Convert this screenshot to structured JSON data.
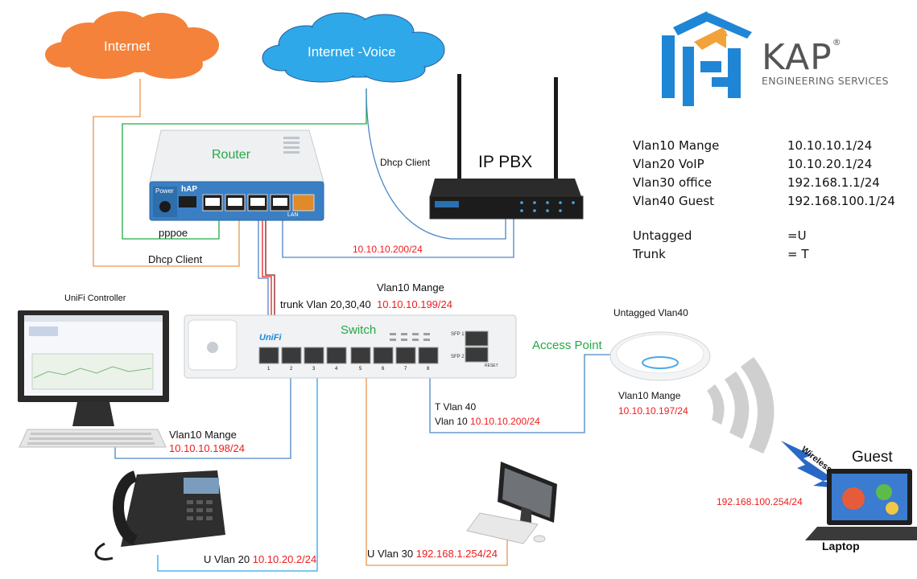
{
  "clouds": {
    "internet": "Internet",
    "internet_voice": "Internet -Voice"
  },
  "logo": {
    "name": "KAP",
    "registered": "®",
    "subtitle": "ENGINEERING SERVICES"
  },
  "devices": {
    "router": "Router",
    "ip_pbx": "IP PBX",
    "switch": "Switch",
    "access_point": "Access Point",
    "unifi_controller": "UniFi Controller",
    "laptop": "Laptop",
    "guest": "Guest",
    "wireless": "Wireless"
  },
  "links": {
    "dhcp_client_pbx": "Dhcp Client",
    "pppoe": "pppoe",
    "dhcp_client_router": "Dhcp Client",
    "pbx_ip": "10.10.10.200/24",
    "trunk": "trunk Vlan 20,30,40",
    "switch_mgmt_name": "Vlan10 Mange",
    "switch_mgmt_ip": "10.10.10.199/24",
    "ap_untagged": "Untagged Vlan40",
    "ap_mgmt_name": "Vlan10 Mange",
    "ap_mgmt_ip": "10.10.10.197/24",
    "port8_tagged": "T Vlan 40",
    "port8_vlan": "Vlan 10",
    "port8_ip": "10.10.10.200/24",
    "controller_name": "Vlan10 Mange",
    "controller_ip": "10.10.10.198/24",
    "phone_prefix": "U  Vlan 20",
    "phone_ip": "10.10.20.2/24",
    "pc_prefix": "U  Vlan 30",
    "pc_ip": "192.168.1.254/24",
    "guest_ip": "192.168.100.254/24"
  },
  "vlans": [
    {
      "name": "Vlan10 Mange",
      "subnet": "10.10.10.1/24"
    },
    {
      "name": "Vlan20 VoIP",
      "subnet": "10.10.20.1/24"
    },
    {
      "name": "Vlan30 office",
      "subnet": "192.168.1.1/24"
    },
    {
      "name": "Vlan40 Guest",
      "subnet": "192.168.100.1/24"
    }
  ],
  "legend": [
    {
      "term": "Untagged",
      "code": "=U"
    },
    {
      "term": "Trunk",
      "code": "= T"
    }
  ],
  "router_panel": {
    "brand": "hAP",
    "power": "Power",
    "lan": "LAN"
  },
  "switch_panel": {
    "brand": "UniFi",
    "ports": [
      "1",
      "2",
      "3",
      "4",
      "5",
      "6",
      "7",
      "8"
    ],
    "sfp1": "SFP 1",
    "sfp2": "SFP 2",
    "reset": "RESET"
  },
  "colors": {
    "orange": "#f4823a",
    "blue_cloud": "#2ea8e8",
    "green": "#22aa44",
    "red": "#ee1c1c",
    "link_blue": "#4c86c6",
    "link_orange": "#e9964f"
  }
}
